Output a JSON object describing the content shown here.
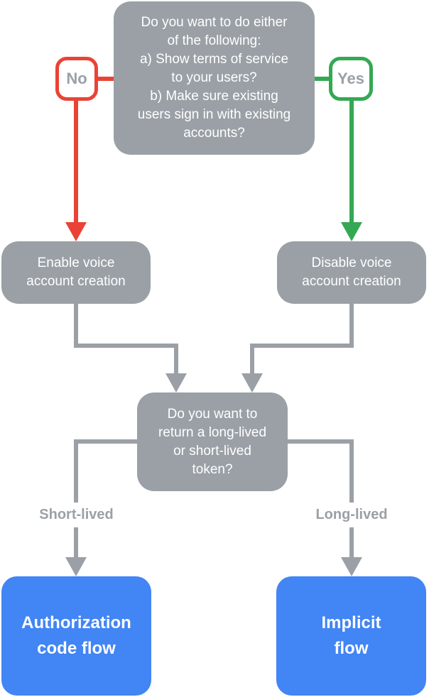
{
  "colors": {
    "gray": "#9AA0A6",
    "red": "#EA4335",
    "green": "#34A853",
    "blue": "#4285F4",
    "label-text": "#9AA0A6",
    "node-text": "#FFFFFF",
    "bg": "#FFFFFF"
  },
  "nodes": {
    "question_top": {
      "lines": [
        "Do you want to do either",
        "of the following:",
        "a) Show terms of service",
        "to your users?",
        "b) Make sure existing",
        "users sign in with existing",
        "accounts?"
      ]
    },
    "no_label": "No",
    "yes_label": "Yes",
    "enable_box": {
      "lines": [
        "Enable voice",
        "account creation"
      ]
    },
    "disable_box": {
      "lines": [
        "Disable voice",
        "account creation"
      ]
    },
    "question_token": {
      "lines": [
        "Do you want to",
        "return a long-lived",
        "or short-lived",
        "token?"
      ]
    },
    "short_lived_label": "Short-lived",
    "long_lived_label": "Long-lived",
    "auth_code_box": {
      "lines": [
        "Authorization",
        "code flow"
      ]
    },
    "implicit_box": {
      "lines": [
        "Implicit",
        "flow"
      ]
    }
  }
}
